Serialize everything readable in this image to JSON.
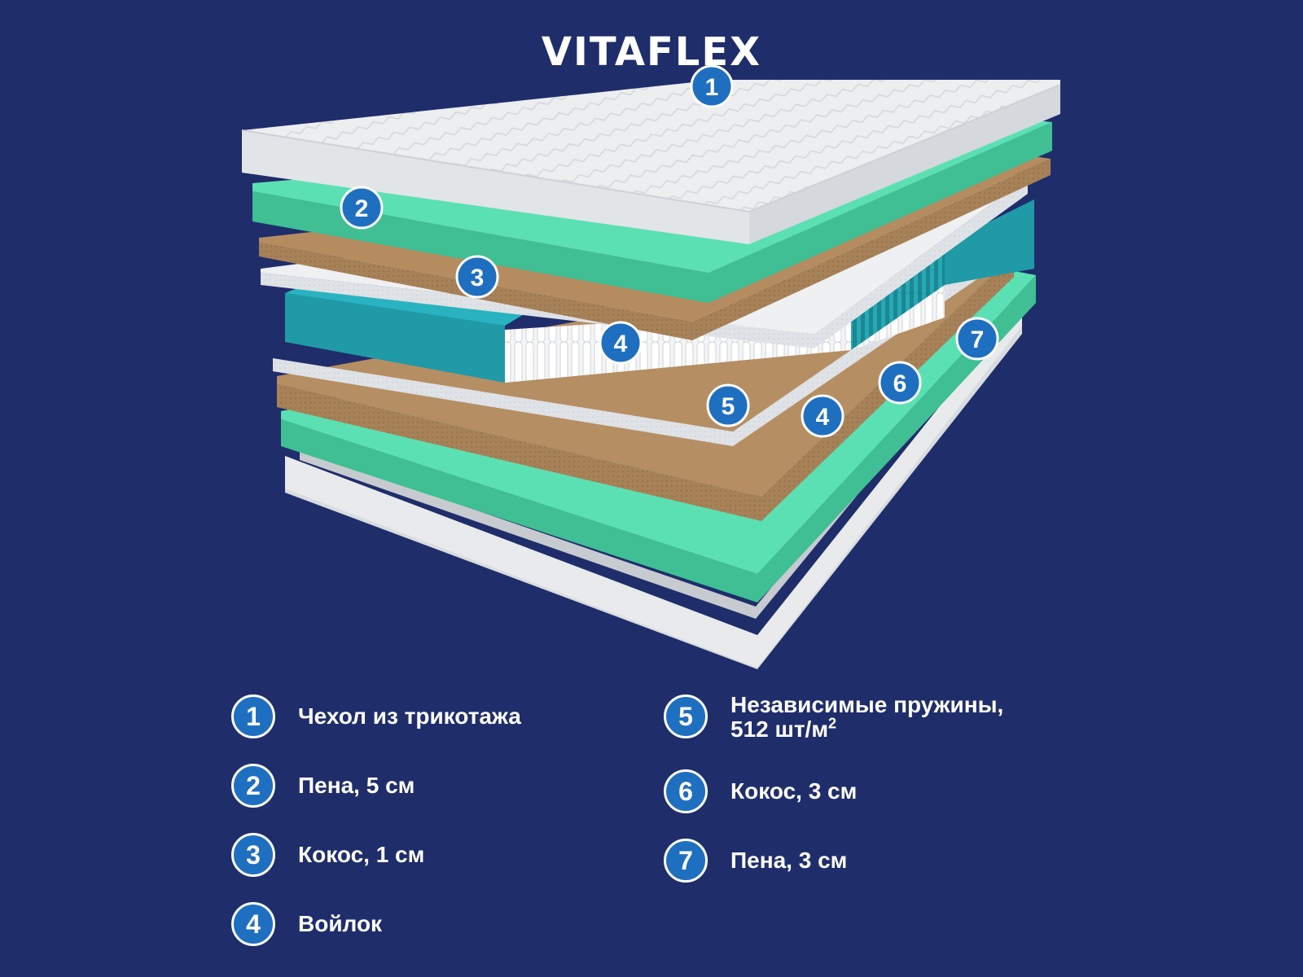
{
  "brand": "VITAFLEX",
  "colors": {
    "background": "#1f2d6b",
    "badge": "#1f6fc1",
    "cover": "#e9ebed",
    "foam": "#4fd2a6",
    "coconut": "#a9835a",
    "felt": "#dcdfe3",
    "spring_block": "#1f9aa6"
  },
  "markers": [
    "1",
    "2",
    "3",
    "4",
    "5",
    "4",
    "6",
    "7"
  ],
  "legend": [
    {
      "num": "1",
      "text": "Чехол из трикотажа"
    },
    {
      "num": "2",
      "text": "Пена, 5 см"
    },
    {
      "num": "3",
      "text": "Кокос, 1 см"
    },
    {
      "num": "4",
      "text": "Войлок"
    },
    {
      "num": "5",
      "text": "Независимые пружины,",
      "text2": "512 шт/м",
      "sup": "2"
    },
    {
      "num": "6",
      "text": "Кокос, 3 см"
    },
    {
      "num": "7",
      "text": "Пена, 3 см"
    }
  ]
}
